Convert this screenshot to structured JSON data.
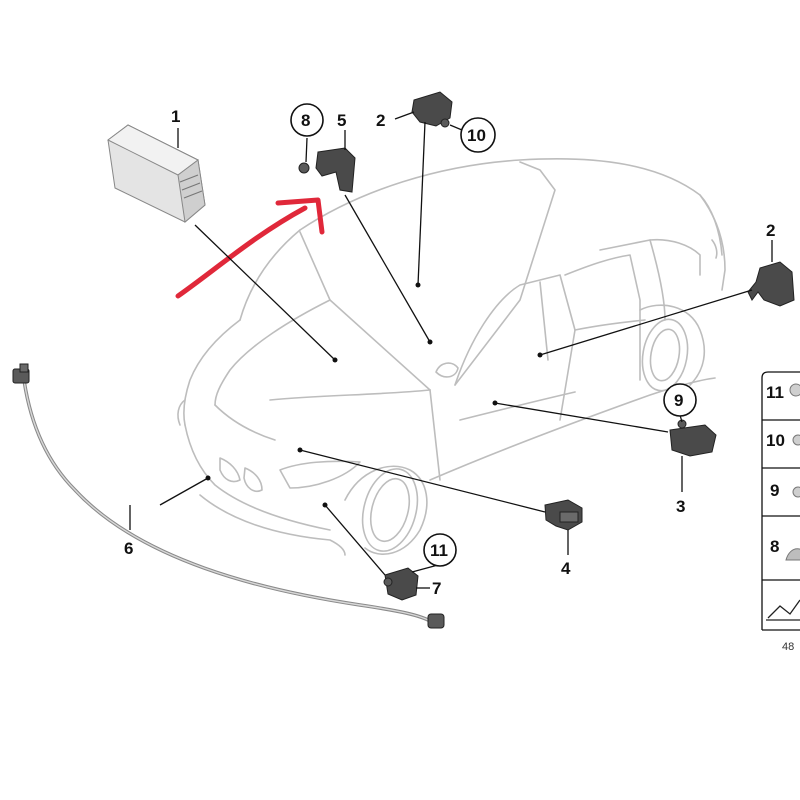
{
  "labels": {
    "l1": "1",
    "l5": "5",
    "l8": "8",
    "l2a": "2",
    "l10": "10",
    "l2b": "2",
    "l9": "9",
    "l3": "3",
    "l4": "4",
    "l6": "6",
    "l11": "11",
    "l7": "7"
  },
  "legend": {
    "rows": [
      "11",
      "10",
      "9",
      "8"
    ],
    "code": "48"
  },
  "colors": {
    "arrow": "#e0283a",
    "car_outline": "#bdbdbd",
    "part": "#4a4a4a"
  }
}
